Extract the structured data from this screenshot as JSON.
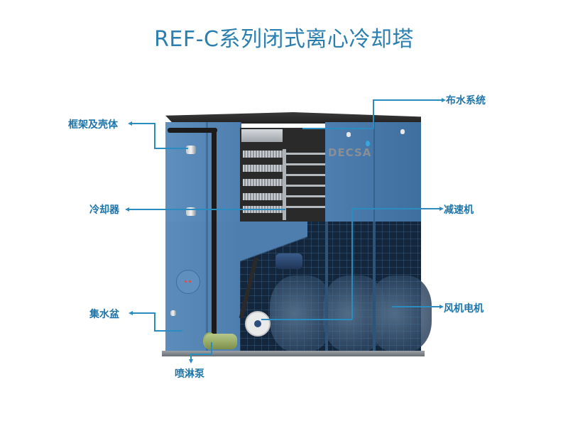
{
  "title": "REF-C系列闭式离心冷却塔",
  "brand_logo": "DECSA",
  "colors": {
    "title": "#2b7fb0",
    "label": "#1f74a8",
    "leader_line": "#2b8cc0",
    "casing_blue": "#4f7fb0",
    "background": "#ffffff"
  },
  "labels": {
    "frame_shell": "框架及壳体",
    "cooler": "冷却器",
    "basin": "集水盆",
    "spray_pump": "喷淋泵",
    "water_distribution": "布水系统",
    "reducer": "减速机",
    "fan_motor": "风机电机"
  }
}
